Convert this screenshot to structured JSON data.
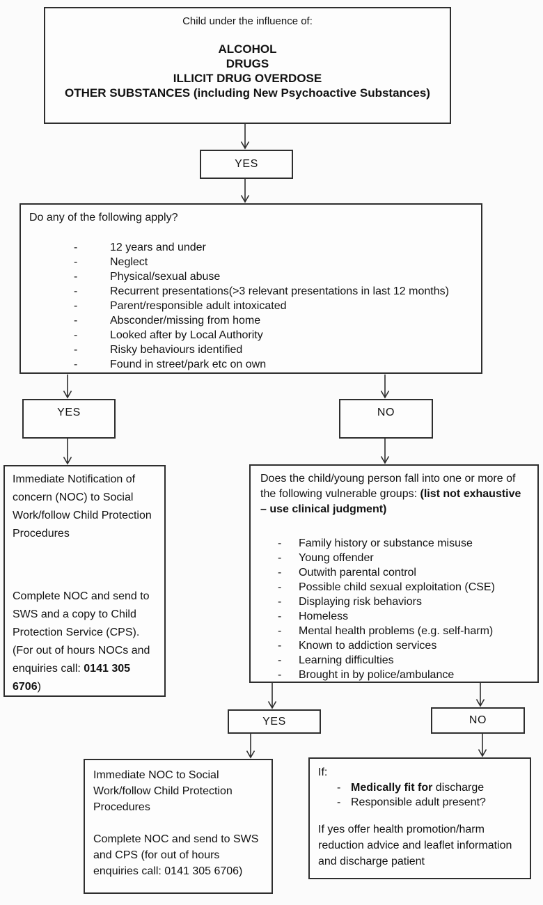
{
  "page": {
    "bullet": "-",
    "line_color": "#2e2e2e",
    "background": "#fbfbfb"
  },
  "start": {
    "title": "Child under the influence of:",
    "substances": [
      "ALCOHOL",
      "DRUGS",
      "ILLICIT DRUG OVERDOSE",
      "OTHER SUBSTANCES (including New Psychoactive Substances)"
    ]
  },
  "labels": {
    "yes1": "YES",
    "yes2": "YES",
    "yes3": "YES",
    "no1": "NO",
    "no2": "NO"
  },
  "question1": {
    "title": "Do any of the following apply?",
    "items": [
      "12 years and under",
      "Neglect",
      "Physical/sexual abuse",
      "Recurrent presentations(>3 relevant presentations in last 12 months)",
      "Parent/responsible adult intoxicated",
      "Absconder/missing from home",
      "Looked after by Local Authority",
      "Risky behaviours identified",
      "Found in street/park etc on own"
    ]
  },
  "noc1": {
    "para1": "Immediate Notification of concern (NOC) to Social Work/follow Child Protection Procedures",
    "para2_prefix": "Complete NOC and send to SWS and a copy to Child Protection Service (CPS). (For out of hours NOCs and enquiries call: ",
    "phone": "0141 305 6706",
    "para2_suffix": ")"
  },
  "question2": {
    "intro_regular": "Does the child/young person fall into one or more of the following vulnerable groups: ",
    "intro_bold": "(list not exhaustive – use clinical judgment)",
    "items": [
      "Family history or substance misuse",
      "Young offender",
      "Outwith parental control",
      "Possible child sexual exploitation (CSE)",
      "Displaying risk behaviors",
      "Homeless",
      "Mental health problems (e.g. self-harm)",
      "Known to addiction services",
      "Learning difficulties",
      "Brought in by police/ambulance"
    ]
  },
  "noc2": {
    "para1": "Immediate NOC to Social Work/follow Child Protection Procedures",
    "para2": "Complete NOC and send to SWS and CPS (for out of hours enquiries call: 0141 305 6706)"
  },
  "discharge": {
    "title": "If:",
    "item1_bold": "Medically fit for",
    "item1_rest": " discharge",
    "item2": "Responsible adult present?",
    "para": "If yes offer health promotion/harm reduction advice and leaflet information and discharge patient"
  }
}
